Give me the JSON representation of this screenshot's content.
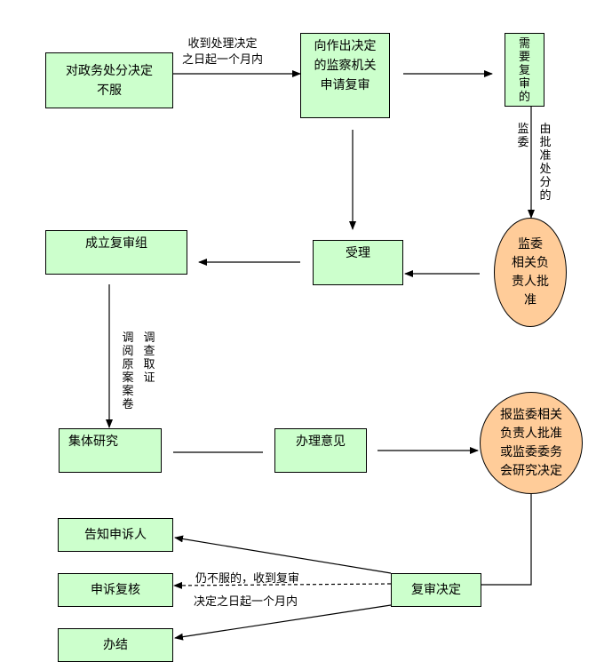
{
  "colors": {
    "box_fill": "#ccffcc",
    "ellipse_fill": "#ffcc99",
    "line": "#000000"
  },
  "nodes": {
    "not_satisfied": "对政务处分决定\n不服",
    "apply_review": "向作出决定\n的监察机关\n申请复审",
    "needs_review": "需要复审的",
    "approve": "监委\n相关负\n责人批\n准",
    "accept": "受理",
    "form_group": "成立复审组",
    "collective_study": "集体研究",
    "handling_opinion": "办理意见",
    "report_approve": "报监委相关\n负责人批准\n或监委委务\n会研究决定",
    "review_decision": "复审决定",
    "notify": "告知申诉人",
    "appeal_recheck": "申诉复核",
    "close_case": "办结"
  },
  "labels": {
    "within_month": "收到处理决定\n之日起一个月内",
    "jianwei": "监委",
    "by_approver": "由批准处分的",
    "investigate": "调查取证",
    "consult_files": "调阅原案案卷",
    "still_dissatisfied_1": "仍不服的，收到复审",
    "still_dissatisfied_2": "决定之日起一个月内"
  }
}
